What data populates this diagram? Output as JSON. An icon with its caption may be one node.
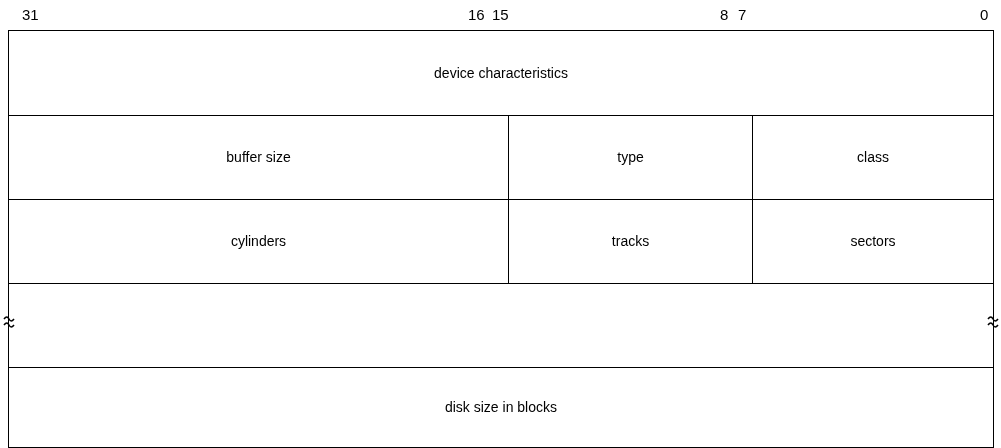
{
  "diagram": {
    "nodes": [
      {
        "text": [
          "device characteristics"
        ]
      },
      {
        "text": [
          "buffer size"
        ]
      },
      {
        "text": [
          "type"
        ]
      },
      {
        "text": [
          "class"
        ]
      },
      {
        "text": [
          "cylinders"
        ]
      },
      {
        "text": [
          "tracks"
        ]
      },
      {
        "text": [
          "sectors"
        ]
      },
      {
        "text": [],
        "shape": "box"
      },
      {
        "text": [
          "disk size in blocks"
        ]
      }
    ],
    "labels": [
      "31",
      "16",
      "15",
      "8",
      "7",
      "0"
    ]
  }
}
